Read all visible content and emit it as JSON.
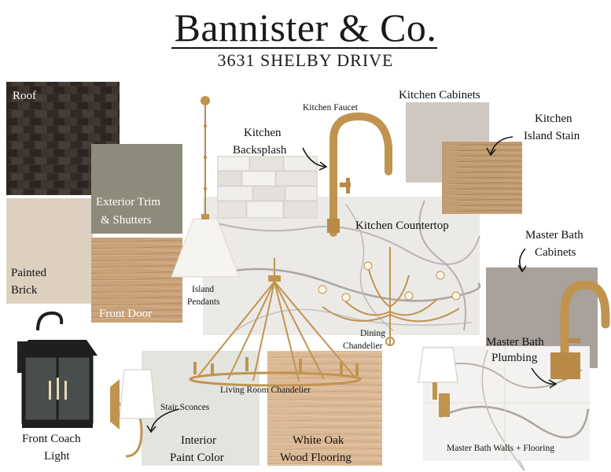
{
  "header": {
    "title": "Bannister & Co.",
    "address": "3631 SHELBY DRIVE"
  },
  "labels": {
    "roof": "Roof",
    "exterior_trim_1": "Exterior Trim",
    "exterior_trim_2": "& Shutters",
    "painted_brick_1": "Painted",
    "painted_brick_2": "Brick",
    "front_door": "Front Door",
    "kitchen_backsplash_1": "Kitchen",
    "kitchen_backsplash_2": "Backsplash",
    "kitchen_faucet": "Kitchen Faucet",
    "kitchen_cabinets": "Kitchen Cabinets",
    "kitchen_island_stain_1": "Kitchen",
    "kitchen_island_stain_2": "Island Stain",
    "kitchen_countertop": "Kitchen Countertop",
    "island_pendants_1": "Island",
    "island_pendants_2": "Pendants",
    "master_bath_cabinets_1": "Master Bath",
    "master_bath_cabinets_2": "Cabinets",
    "dining_chandelier_1": "Dining",
    "dining_chandelier_2": "Chandelier",
    "master_bath_plumbing_1": "Master Bath",
    "master_bath_plumbing_2": "Plumbing",
    "living_room_chandelier": "Living Room Chandelier",
    "stair_sconces": "Stair Sconces",
    "front_coach_light_1": "Front Coach",
    "front_coach_light_2": "Light",
    "interior_paint_1": "Interior",
    "interior_paint_2": "Paint Color",
    "white_oak_1": "White Oak",
    "white_oak_2": "Wood Flooring",
    "master_bath_walls": "Master Bath Walls + Flooring"
  },
  "colors": {
    "roof": "#3a322d",
    "exterior_trim": "#8d8b7b",
    "painted_brick": "#ddd0c0",
    "front_door": "#c9a27a",
    "kitchen_cabinets": "#cfc8c1",
    "island_stain": "#c29c72",
    "master_bath_cabinets": "#a8a19c",
    "interior_paint": "#e4e4df",
    "white_oak": "#dcb996",
    "brass": "#c0944f",
    "marble": "#eceae7"
  },
  "icons": [
    "roof-shingle-swatch",
    "pendant-light-icon",
    "kitchen-faucet-icon",
    "tile-backsplash-swatch",
    "wood-grain-swatch",
    "marble-swatch",
    "chandelier-icon",
    "coach-lantern-icon",
    "wall-sconce-icon",
    "bath-faucet-icon",
    "arrow-icon"
  ]
}
